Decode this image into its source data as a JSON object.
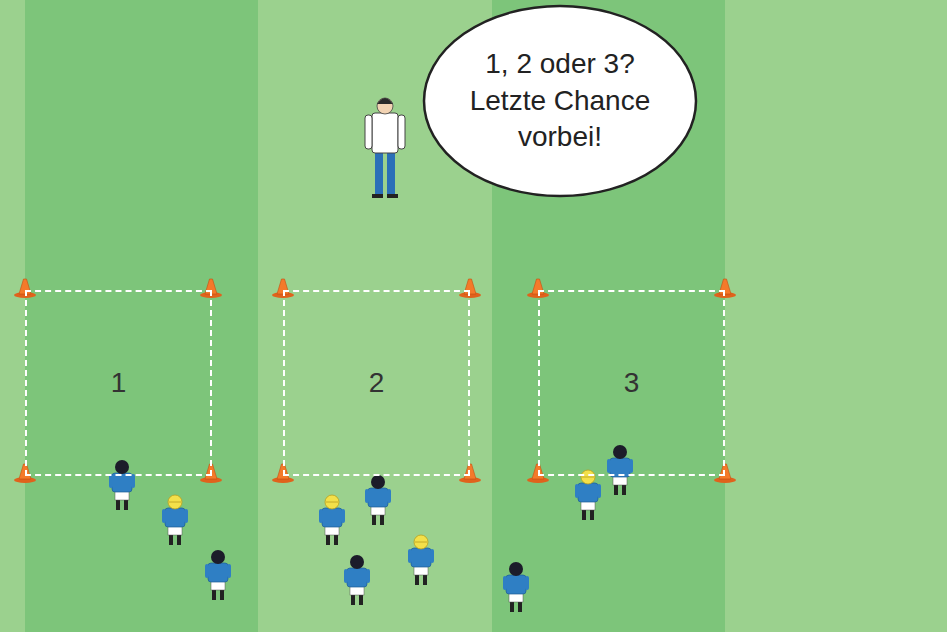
{
  "diagram": {
    "nodes": [
      {
        "text": [
          "1, 2 oder 3? Letzte Chance vorbei!"
        ]
      },
      {
        "text": [
          "1"
        ]
      },
      {
        "text": [
          "2"
        ]
      },
      {
        "text": [
          "3"
        ]
      }
    ]
  }
}
